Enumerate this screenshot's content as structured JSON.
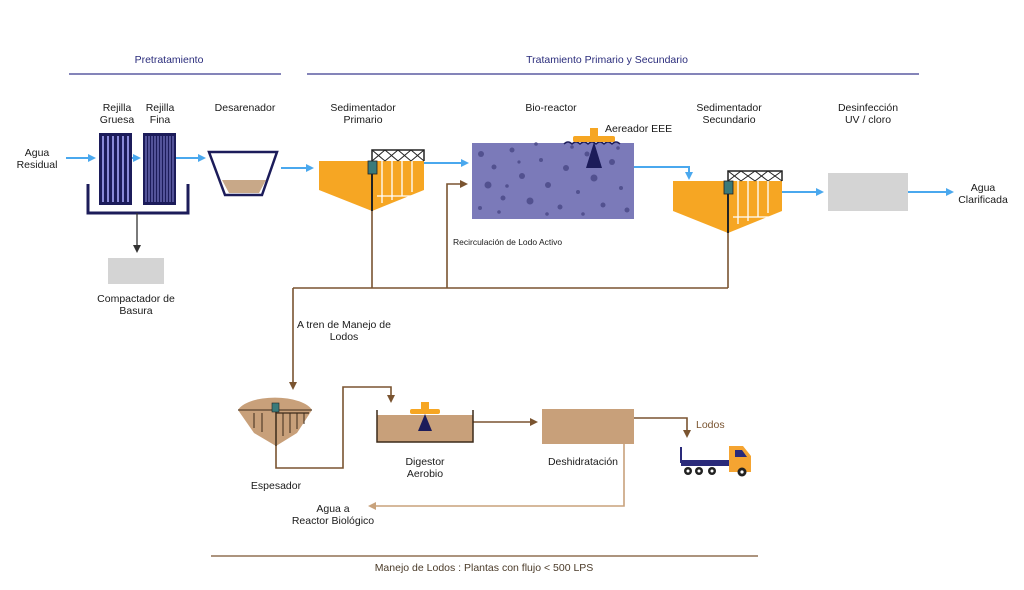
{
  "headers": {
    "pretreatment": "Pretratamiento",
    "primary_secondary": "Tratamiento Primario y Secundario"
  },
  "labels": {
    "influent": [
      "Agua",
      "Residual"
    ],
    "coarse_screen": [
      "Rejilla",
      "Gruesa"
    ],
    "fine_screen": [
      "Rejilla",
      "Fina"
    ],
    "grit_chamber": "Desarenador",
    "primary_clarifier": [
      "Sedimentador",
      "Primario"
    ],
    "bioreactor": "Bio-reactor",
    "aerator": "Aereador EEE",
    "secondary_clarifier": [
      "Sedimentador",
      "Secundario"
    ],
    "disinfection": [
      "Desinfección",
      "UV / cloro"
    ],
    "effluent": [
      "Agua",
      "Clarificada"
    ],
    "trash_compactor": [
      "Compactador de",
      "Basura"
    ],
    "ras": "Recirculación de Lodo Activo",
    "to_sludge_train": [
      "A tren de Manejo de",
      "Lodos"
    ],
    "thickener": "Espesador",
    "aerobic_digester": [
      "Digestor",
      "Aerobio"
    ],
    "dewatering": "Deshidratación",
    "sludge": "Lodos",
    "return_water": [
      "Agua a",
      "Reactor Biológico"
    ]
  },
  "footer": "Manejo de Lodos : Plantas con flujo < 500 LPS",
  "colors": {
    "header_navy": "#2b2d7c",
    "header_line": "#3b3b8f",
    "flow_blue": "#4aa8ee",
    "sludge_brown": "#7a5430",
    "return_tan": "#c8a27c",
    "tank_orange": "#f6a623",
    "bioreactor_purple": "#7b7ab9",
    "unit_gray": "#d4d4d4",
    "dewater_tan": "#c8a07a",
    "truck_orange": "#f5a431",
    "truck_navy": "#2a2a7a"
  }
}
